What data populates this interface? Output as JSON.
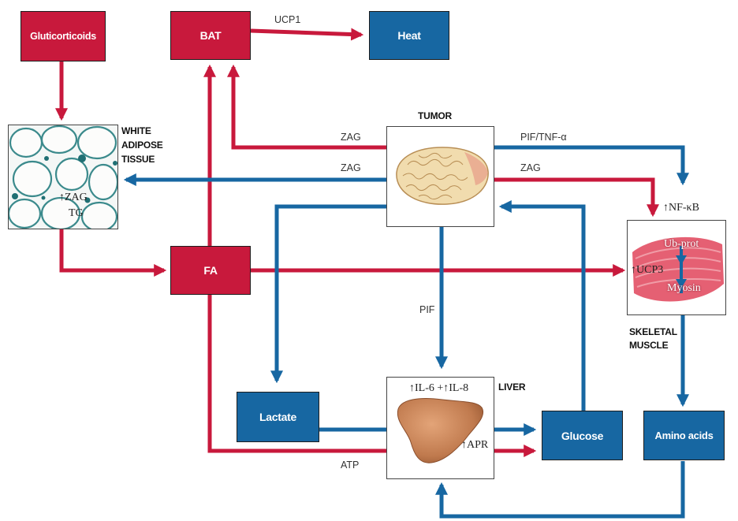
{
  "nodes": {
    "glucocorticoids": "Gluticorticoids",
    "bat": "BAT",
    "heat": "Heat",
    "fa": "FA",
    "lactate": "Lactate",
    "glucose": "Glucose",
    "amino_acids": "Amino acids"
  },
  "panels": {
    "tumor": "TUMOR",
    "wat_line1": "WHITE",
    "wat_line2": "ADIPOSE",
    "wat_line3": "TISSUE",
    "wat_zag": "↑ZAG",
    "wat_tg": "TG",
    "liver": "LIVER",
    "liver_il": "↑IL-6 +↑IL-8",
    "liver_apr": "↑APR",
    "muscle_line1": "SKELETAL",
    "muscle_line2": "MUSCLE",
    "muscle_nfkb": "↑NF-κB",
    "muscle_ubprot": "Ub-prot",
    "muscle_ucp3": "↑UCP3",
    "muscle_myosin": "Myosin"
  },
  "edge_labels": {
    "ucp1": "UCP1",
    "zag_bat": "ZAG",
    "zag_wat": "ZAG",
    "pif_tnf": "PIF/TNF-α",
    "zag_muscle": "ZAG",
    "pif_liver": "PIF",
    "atp": "ATP"
  },
  "colors": {
    "red": "#c8193c",
    "blue": "#1767a2"
  }
}
